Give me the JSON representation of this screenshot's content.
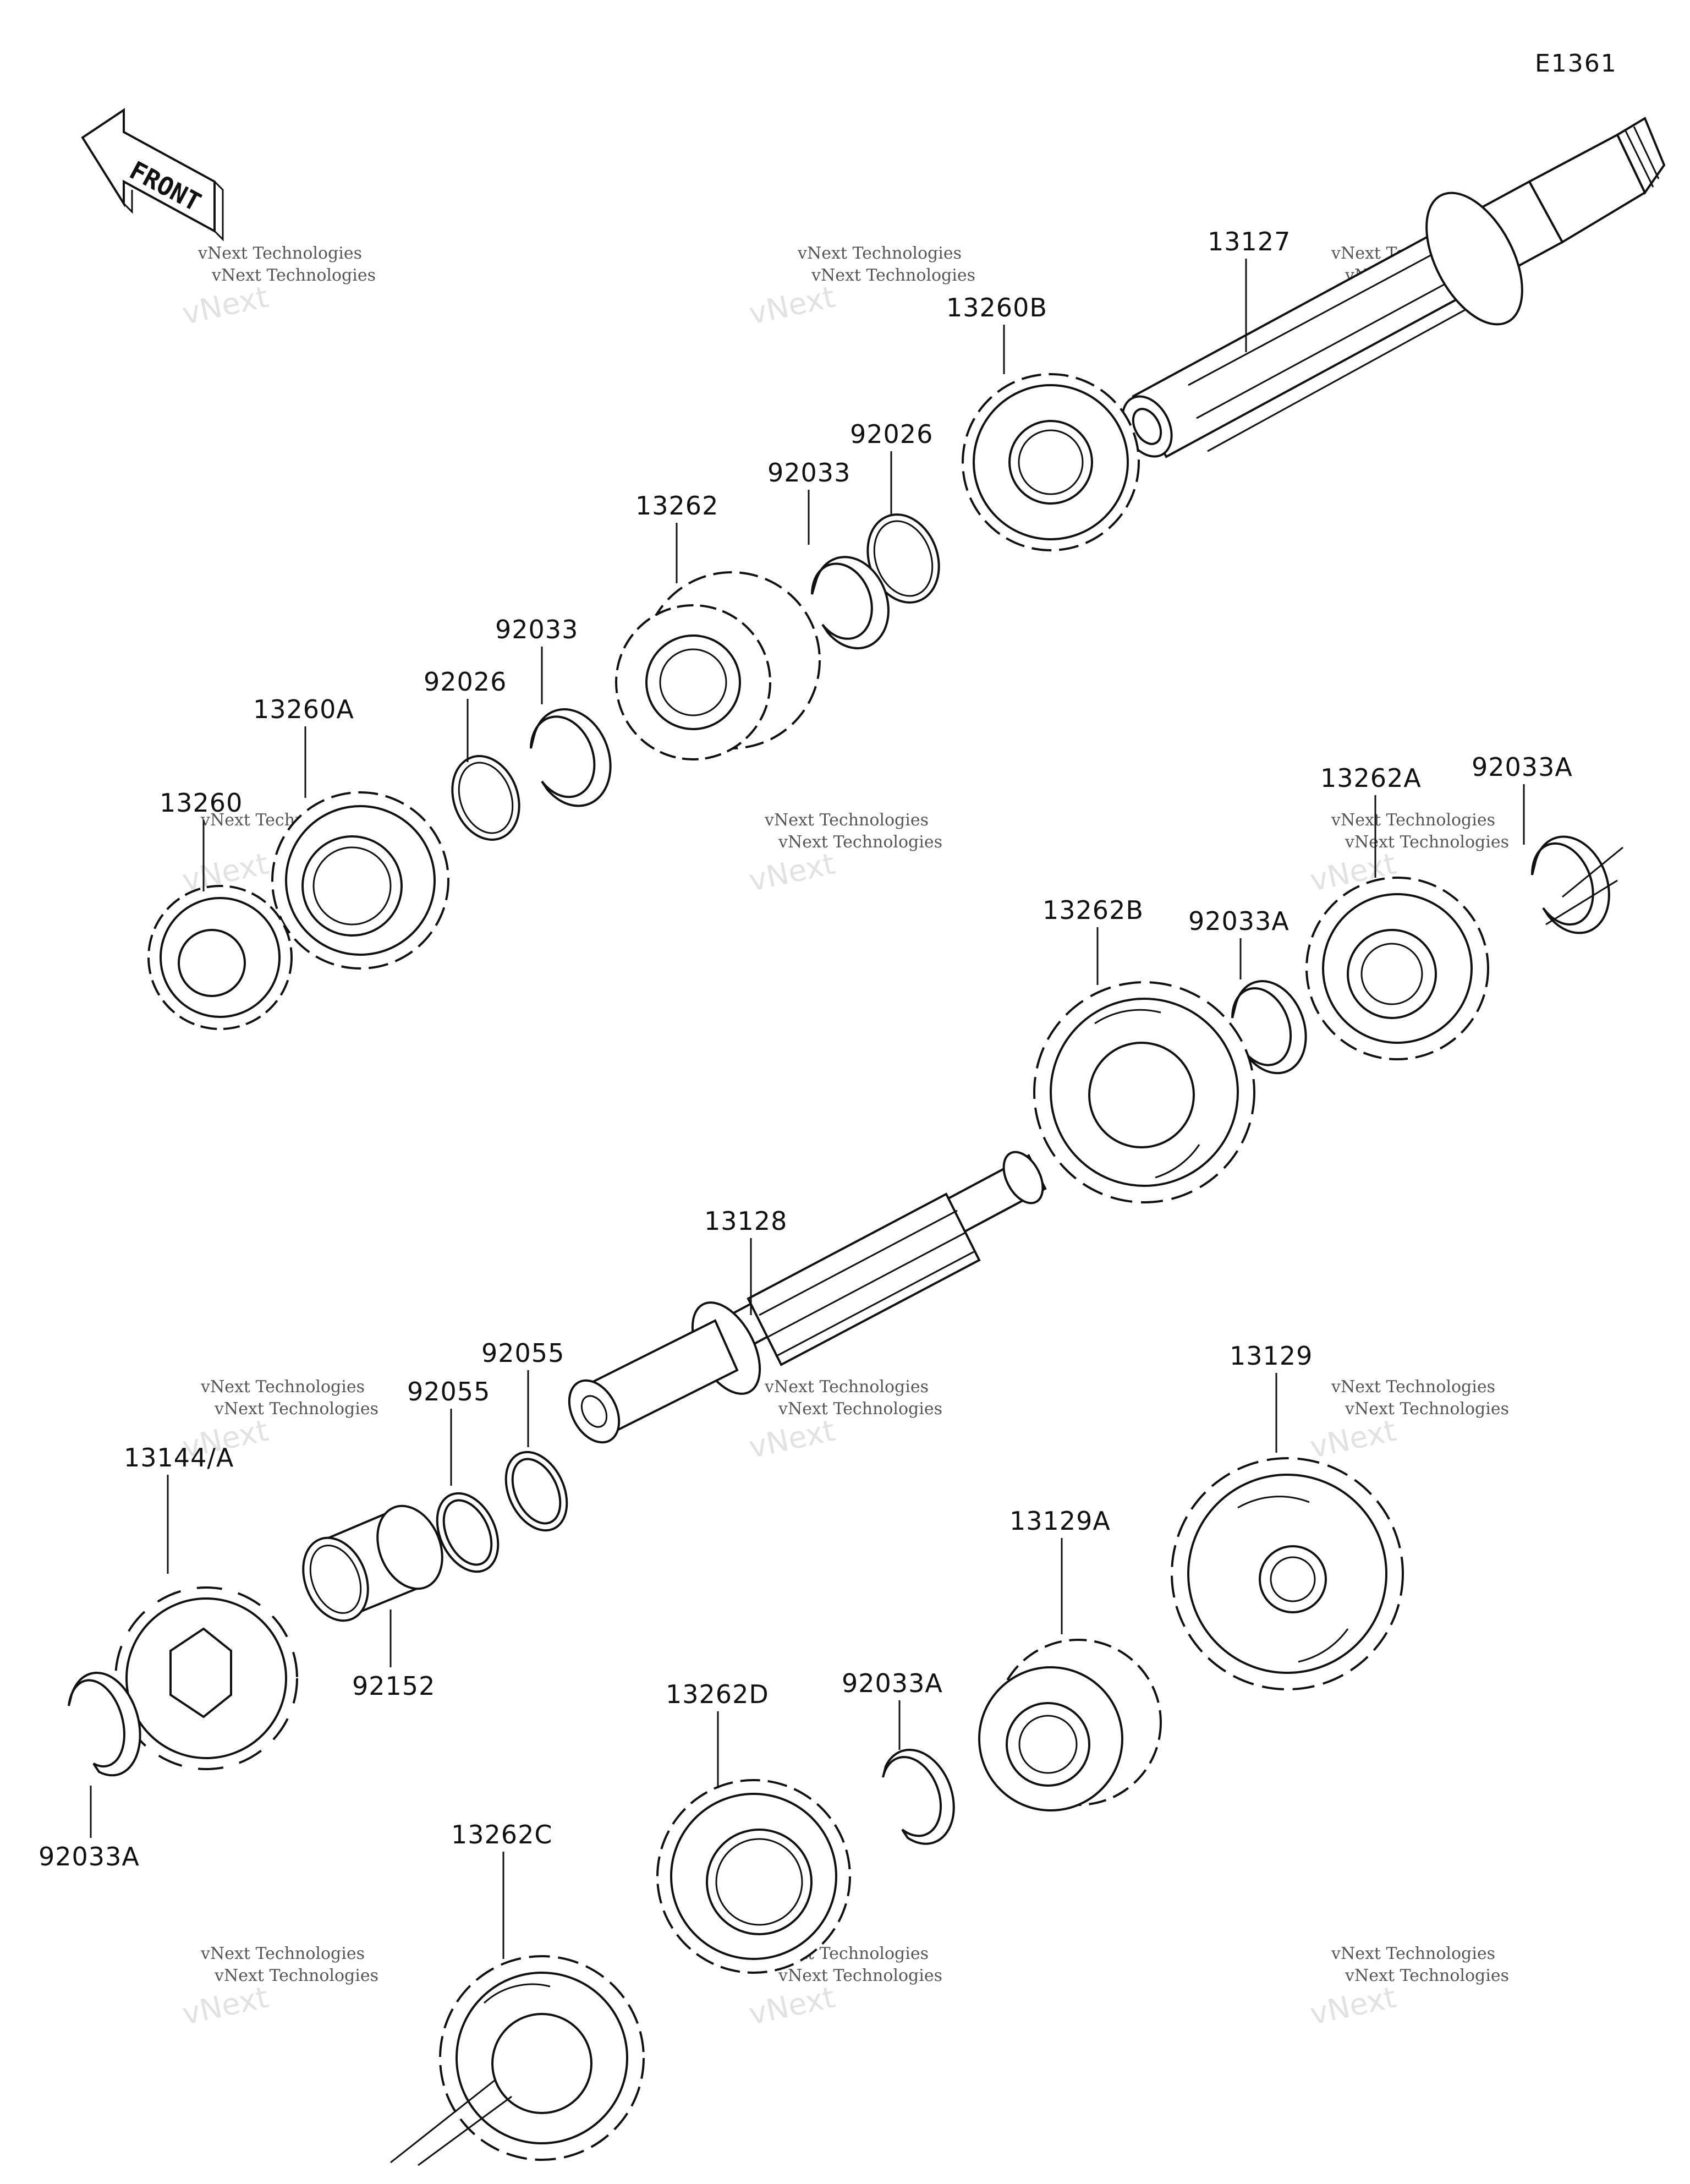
{
  "diagram_code": "E1361",
  "front_arrow_text": "FRONT",
  "watermark": {
    "line1": "vNext Technologies",
    "line2": "vNext Technologies",
    "line3": "vNext"
  },
  "callouts": [
    {
      "id": "13127",
      "label": "13127"
    },
    {
      "id": "13260B",
      "label": "13260B"
    },
    {
      "id": "92026-top",
      "label": "92026"
    },
    {
      "id": "92033-top",
      "label": "92033"
    },
    {
      "id": "13262",
      "label": "13262"
    },
    {
      "id": "92033-mid",
      "label": "92033"
    },
    {
      "id": "92026-mid",
      "label": "92026"
    },
    {
      "id": "13260A",
      "label": "13260A"
    },
    {
      "id": "13260",
      "label": "13260"
    },
    {
      "id": "13262A",
      "label": "13262A"
    },
    {
      "id": "92033A-right",
      "label": "92033A"
    },
    {
      "id": "13262B",
      "label": "13262B"
    },
    {
      "id": "92033A-midright",
      "label": "92033A"
    },
    {
      "id": "13128",
      "label": "13128"
    },
    {
      "id": "92055-a",
      "label": "92055"
    },
    {
      "id": "92055-b",
      "label": "92055"
    },
    {
      "id": "13129",
      "label": "13129"
    },
    {
      "id": "13144A",
      "label": "13144/A"
    },
    {
      "id": "13129A",
      "label": "13129A"
    },
    {
      "id": "92152",
      "label": "92152"
    },
    {
      "id": "92033A-center",
      "label": "92033A"
    },
    {
      "id": "13262D",
      "label": "13262D"
    },
    {
      "id": "92033A-left",
      "label": "92033A"
    },
    {
      "id": "13262C",
      "label": "13262C"
    }
  ]
}
